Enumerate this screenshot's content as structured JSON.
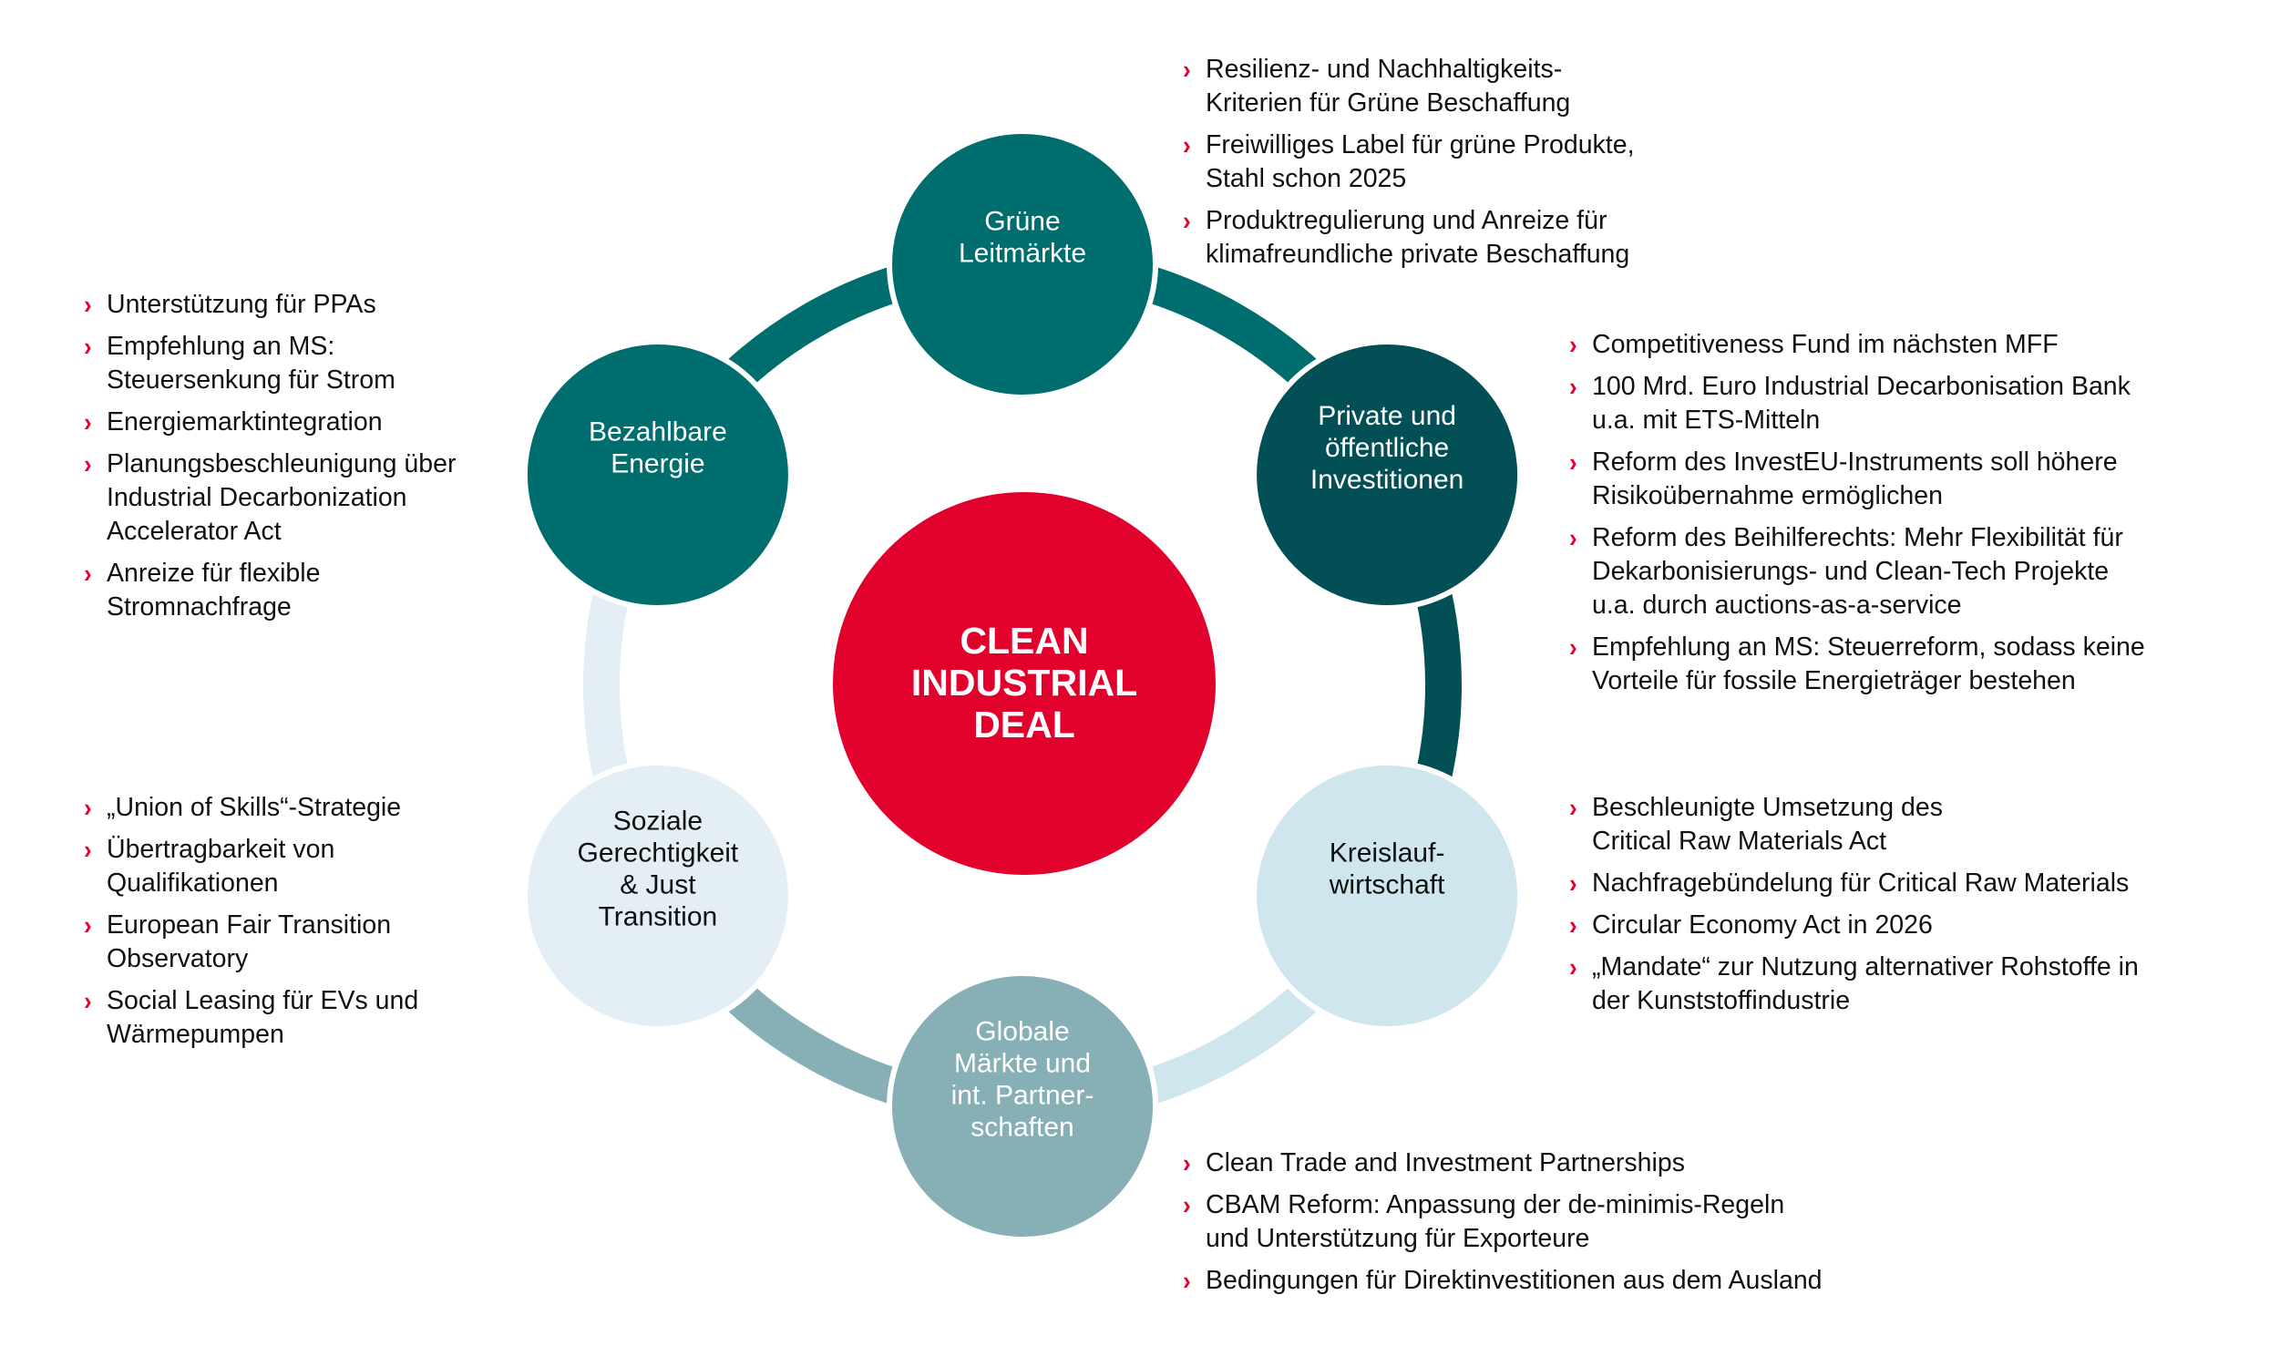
{
  "title": "CLEAN INDUSTRIAL DEAL",
  "colors": {
    "center": "#e2002d",
    "bullet": "#e2002d",
    "text": "#111111"
  },
  "bullet_icon": "chevron-right-icon",
  "pillars": [
    {
      "id": "gruene-leitmaerkte",
      "label": "Grüne\nLeitmärkte",
      "fill": "#006e6f",
      "text_color": "#ffffff",
      "items": [
        "Resilienz- und Nachhaltigkeits-\nKriterien für Grüne Beschaffung",
        "Freiwilliges Label für grüne Produkte,\nStahl schon 2025",
        "Produktregulierung und Anreize für\nklimafreundliche private Beschaffung"
      ]
    },
    {
      "id": "private-investitionen",
      "label": "Private und\nöffentliche\nInvestitionen",
      "fill": "#024f55",
      "text_color": "#ffffff",
      "items": [
        "Competitiveness Fund im nächsten MFF",
        "100 Mrd. Euro Industrial Decarbonisation Bank\nu.a. mit ETS-Mitteln",
        "Reform des InvestEU-Instruments soll höhere\nRisikoübernahme ermöglichen",
        "Reform des Beihilferechts: Mehr Flexibilität für\nDekarbonisierungs- und Clean-Tech Projekte\nu.a. durch auctions-as-a-service",
        "Empfehlung an MS: Steuerreform, sodass keine\nVorteile für fossile Energieträger bestehen"
      ]
    },
    {
      "id": "kreislaufwirtschaft",
      "label": "Kreislauf-\nwirtschaft",
      "fill": "#d0e6ee",
      "text_color": "#111111",
      "items": [
        "Beschleunigte Umsetzung des\nCritical Raw Materials Act",
        "Nachfragebündelung für Critical Raw Materials",
        "Circular Economy Act in 2026",
        "„Mandate“ zur Nutzung alternativer Rohstoffe in\nder Kunststoffindustrie"
      ]
    },
    {
      "id": "globale-maerkte",
      "label": "Globale\nMärkte und\nint. Partner-\nschaften",
      "fill": "#86b0b6",
      "text_color": "#ffffff",
      "items": [
        "Clean Trade and Investment Partnerships",
        "CBAM Reform: Anpassung der de-minimis-Regeln\nund Unterstützung für Exporteure",
        "Bedingungen für Direktinvestitionen aus dem Ausland"
      ]
    },
    {
      "id": "soziale-gerechtigkeit",
      "label": "Soziale\nGerechtigkeit\n& Just\nTransition",
      "fill": "#e3eff4",
      "text_color": "#111111",
      "items": [
        "„Union of Skills“-Strategie",
        "Übertragbarkeit von\nQualifikationen",
        "European Fair Transition\nObservatory",
        "Social Leasing für EVs und\nWärmepumpen"
      ]
    },
    {
      "id": "bezahlbare-energie",
      "label": "Bezahlbare\nEnergie",
      "fill": "#006e6f",
      "text_color": "#ffffff",
      "items": [
        "Unterstützung für PPAs",
        "Empfehlung an MS:\nSteuersenkung für Strom",
        "Energiemarktintegration",
        "Planungsbeschleunigung über\nIndustrial Decarbonization\nAccelerator Act",
        "Anreize für flexible\nStromnachfrage"
      ]
    }
  ]
}
